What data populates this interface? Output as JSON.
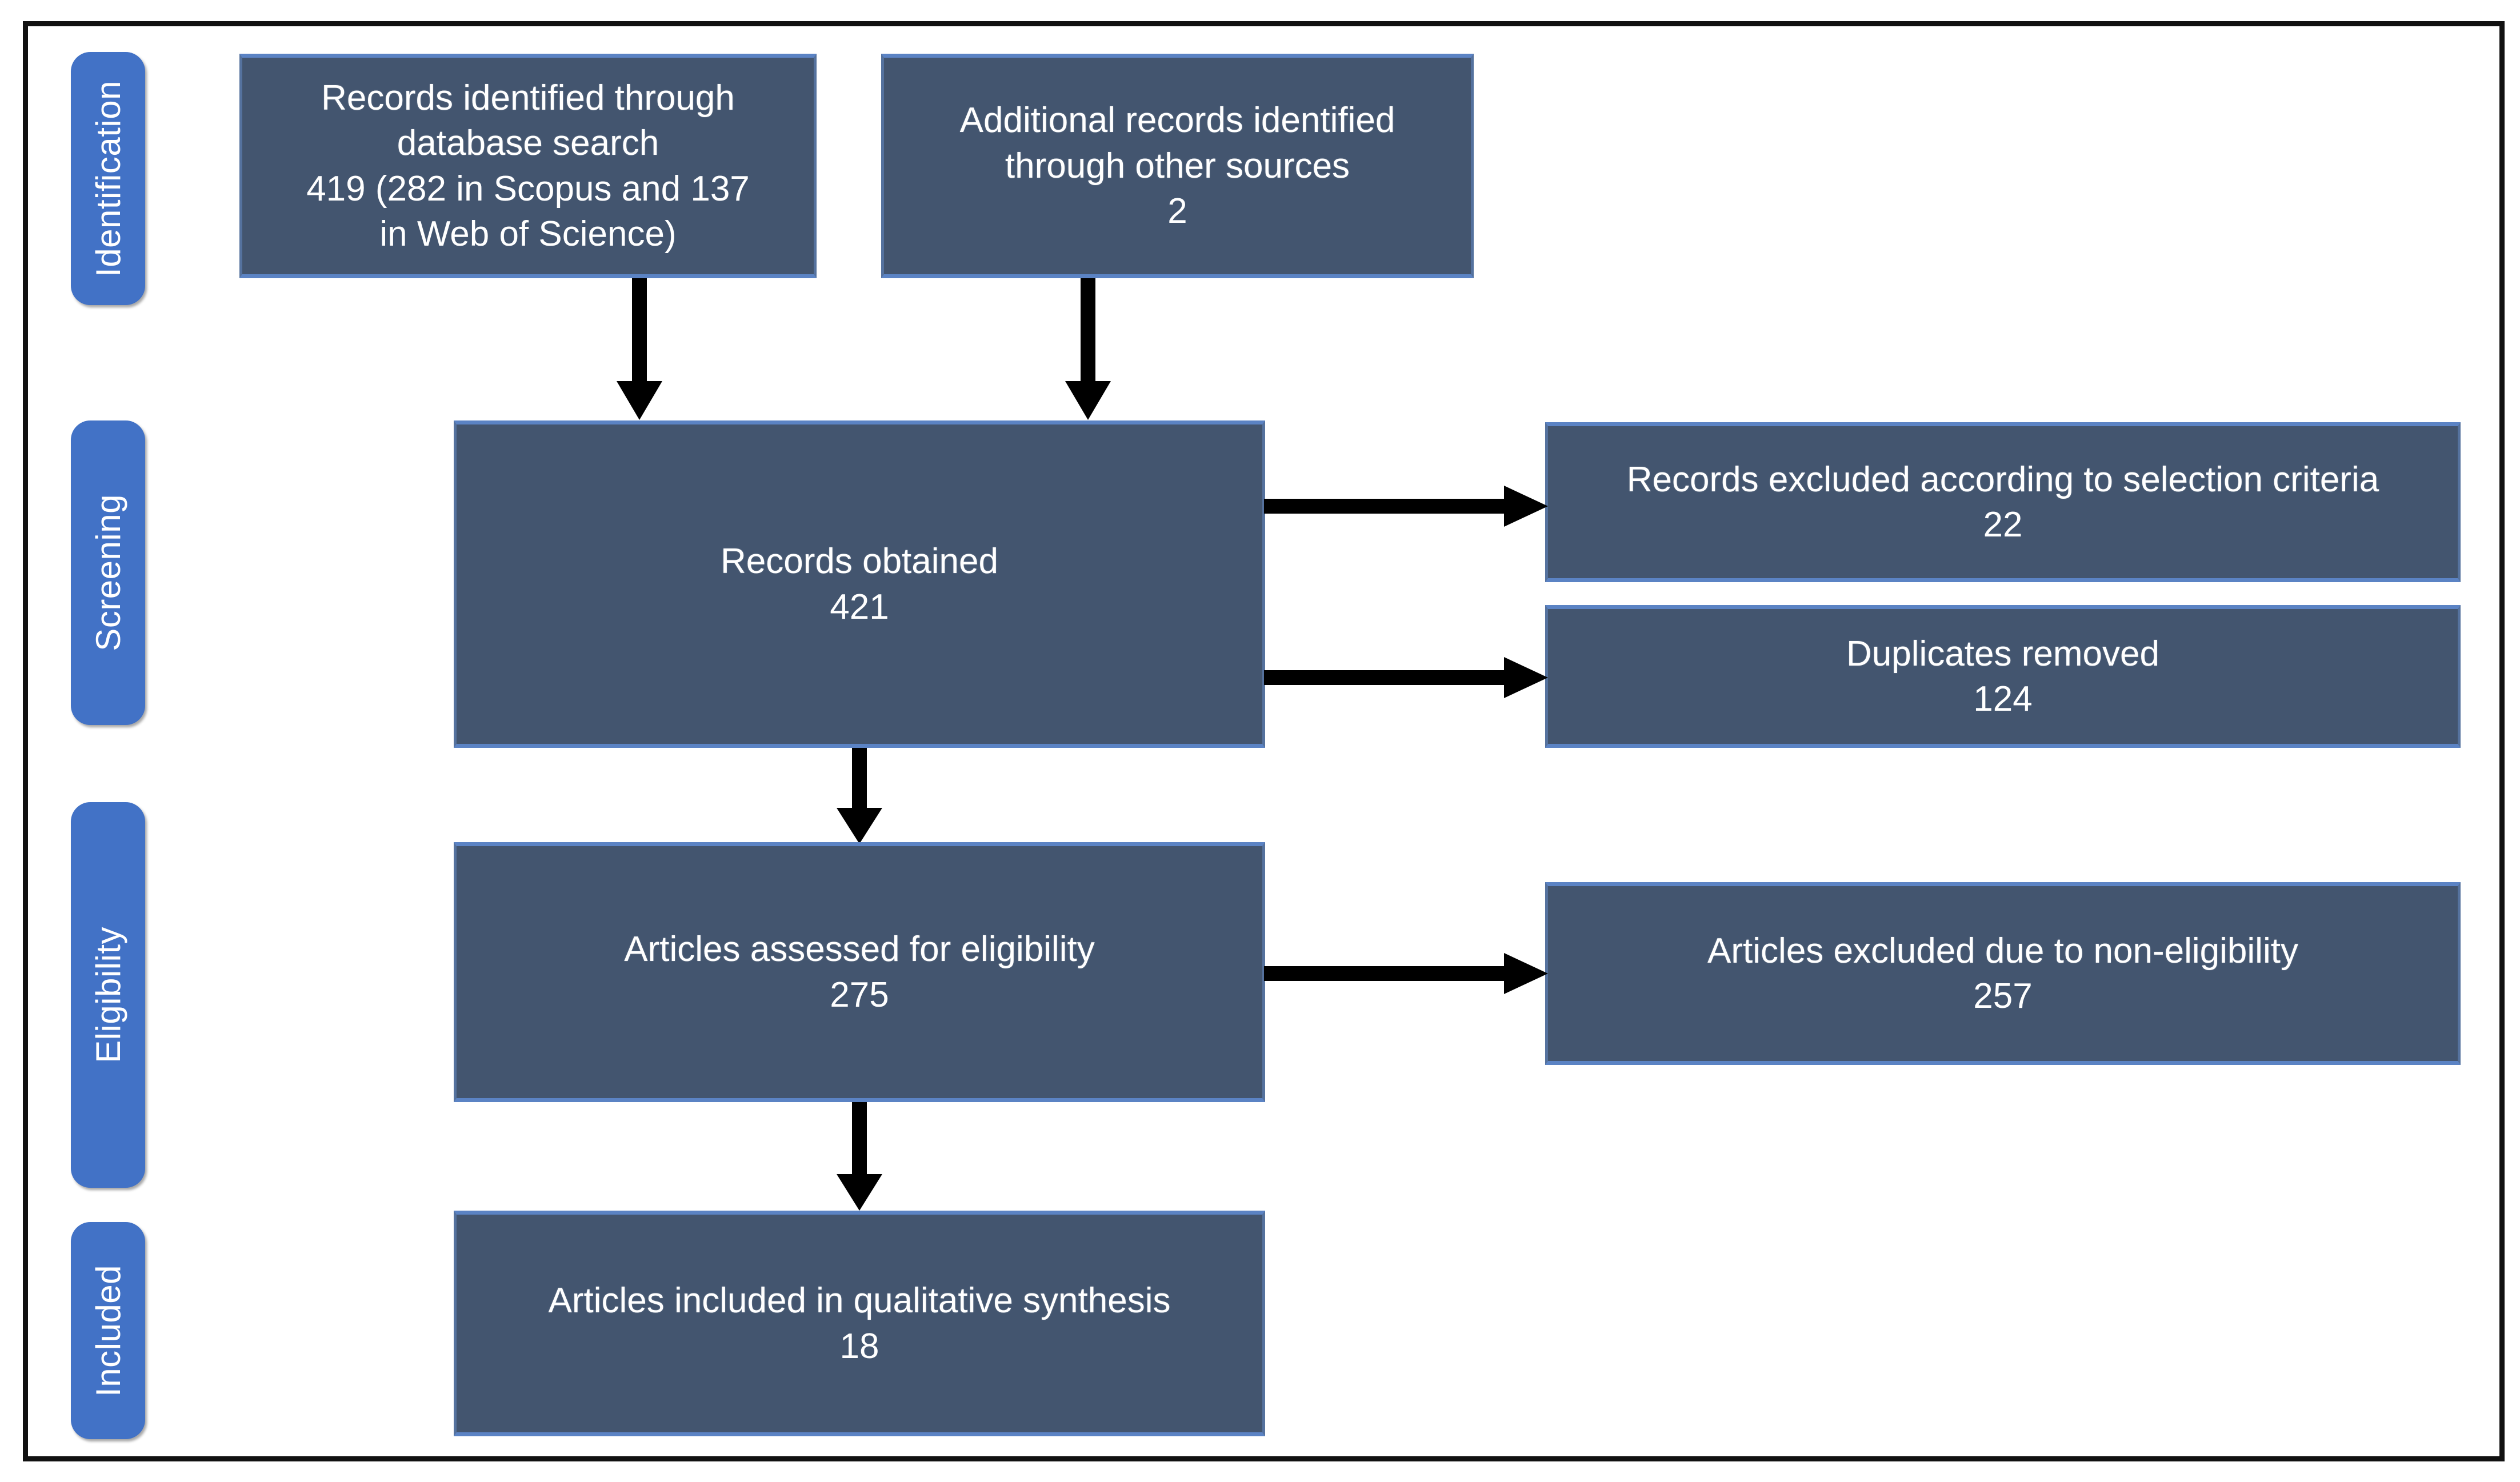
{
  "diagram": {
    "type": "prisma-flow-diagram",
    "title": "PRISMA study selection flow diagram",
    "colors": {
      "stage_tab": "#4272C6",
      "box_fill": "#43556F",
      "box_accent": "#5B83C4",
      "box_text": "#FFFFFF",
      "arrow": "#000000",
      "frame_border": "#111111",
      "background": "#FFFFFF"
    }
  },
  "stages": [
    {
      "id": "identification",
      "label": "Identification"
    },
    {
      "id": "screening",
      "label": "Screening"
    },
    {
      "id": "eligibility",
      "label": "Eligibility"
    },
    {
      "id": "included",
      "label": "Included"
    }
  ],
  "boxes": {
    "database_search": {
      "lines": [
        "Records identified through",
        "database search"
      ],
      "count": "419 (282 in Scopus and 137",
      "count_line2": "in Web of Science)"
    },
    "other_sources": {
      "lines": [
        "Additional records identified",
        "through other sources"
      ],
      "count": "2"
    },
    "records_obtained": {
      "lines": [
        "Records obtained"
      ],
      "count": "421"
    },
    "records_excluded": {
      "lines": [
        "Records excluded according to selection criteria"
      ],
      "count": "22"
    },
    "duplicates_removed": {
      "lines": [
        "Duplicates removed"
      ],
      "count": "124"
    },
    "assessed_eligibility": {
      "lines": [
        "Articles assessed for eligibility"
      ],
      "count": "275"
    },
    "articles_excluded": {
      "lines": [
        "Articles excluded due to non-eligibility"
      ],
      "count": "257"
    },
    "included_synthesis": {
      "lines": [
        "Articles included in qualitative synthesis"
      ],
      "count": "18"
    }
  },
  "chart_data": {
    "type": "diagram",
    "title": "PRISMA flow diagram",
    "nodes": [
      {
        "id": "database_search",
        "stage": "Identification",
        "label": "Records identified through database search",
        "value": 419,
        "detail": "282 in Scopus and 137 in Web of Science"
      },
      {
        "id": "other_sources",
        "stage": "Identification",
        "label": "Additional records identified through other sources",
        "value": 2
      },
      {
        "id": "records_obtained",
        "stage": "Screening",
        "label": "Records obtained",
        "value": 421
      },
      {
        "id": "records_excluded",
        "stage": "Screening",
        "label": "Records excluded according to selection criteria",
        "value": 22
      },
      {
        "id": "duplicates_removed",
        "stage": "Screening",
        "label": "Duplicates removed",
        "value": 124
      },
      {
        "id": "assessed_eligibility",
        "stage": "Eligibility",
        "label": "Articles assessed for eligibility",
        "value": 275
      },
      {
        "id": "articles_excluded",
        "stage": "Eligibility",
        "label": "Articles excluded due to non-eligibility",
        "value": 257
      },
      {
        "id": "included_synthesis",
        "stage": "Included",
        "label": "Articles included in qualitative synthesis",
        "value": 18
      }
    ],
    "edges": [
      {
        "from": "database_search",
        "to": "records_obtained",
        "direction": "down"
      },
      {
        "from": "other_sources",
        "to": "records_obtained",
        "direction": "down"
      },
      {
        "from": "records_obtained",
        "to": "records_excluded",
        "direction": "right"
      },
      {
        "from": "records_obtained",
        "to": "duplicates_removed",
        "direction": "right"
      },
      {
        "from": "records_obtained",
        "to": "assessed_eligibility",
        "direction": "down"
      },
      {
        "from": "assessed_eligibility",
        "to": "articles_excluded",
        "direction": "right"
      },
      {
        "from": "assessed_eligibility",
        "to": "included_synthesis",
        "direction": "down"
      }
    ]
  }
}
